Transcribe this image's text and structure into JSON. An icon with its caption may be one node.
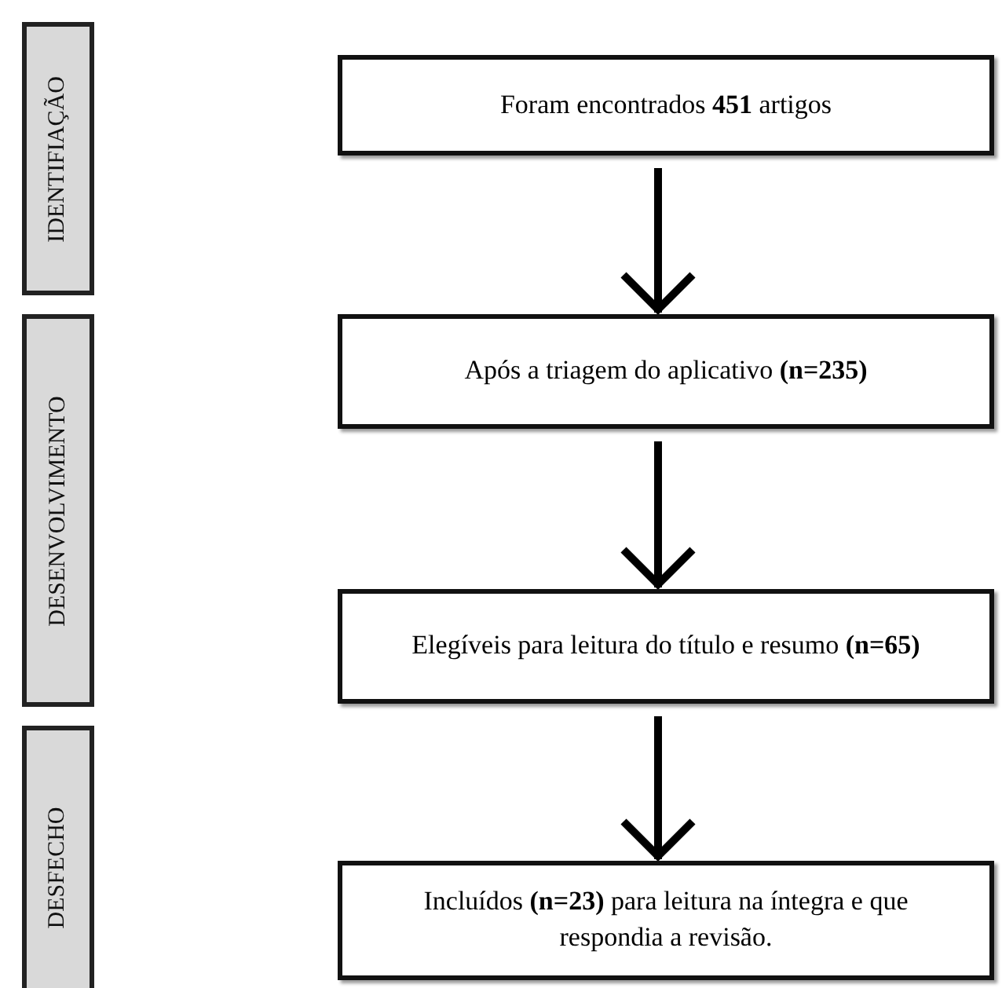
{
  "diagram": {
    "nodes": [
      {
        "text": [
          "IDENTIFIAÇÃO"
        ]
      },
      {
        "text": [
          "DESENVOLVIMENTO"
        ]
      },
      {
        "text": [
          "DESFECHO"
        ]
      },
      {
        "text": [
          "Foram encontrados **451** artigos"
        ]
      },
      {
        "text": [
          "Após a triagem do aplicativo **(n=235)**"
        ]
      },
      {
        "text": [
          "Elegíveis para leitura do título e resumo **(n=65)**"
        ]
      },
      {
        "text": [
          "Incluídos **(n=23)** para leitura na íntegra e que respondia a revisão."
        ]
      }
    ],
    "edges": [
      {
        "from": 3,
        "to": 4,
        "arrow": "to"
      },
      {
        "from": 4,
        "to": 5,
        "arrow": "to"
      },
      {
        "from": 5,
        "to": 6,
        "arrow": "to"
      }
    ]
  }
}
